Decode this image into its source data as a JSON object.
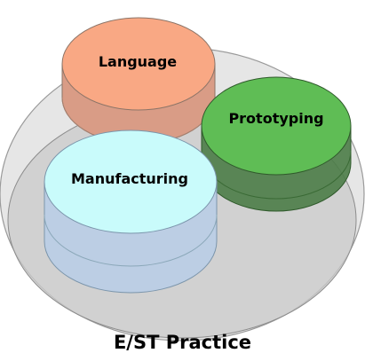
{
  "diagram": {
    "title": "E/ST Practice",
    "discs": [
      {
        "label": "Language",
        "color": "#f9a884",
        "side_color": "#d79a85",
        "stroke": "#8c7467"
      },
      {
        "label": "Prototyping",
        "color": "#5fbd55",
        "side_color": "#4b7c47",
        "stroke": "#2f5a2b"
      },
      {
        "label": "Manufacturing",
        "color": "#c9fbfb",
        "side_color": "#b9cde6",
        "stroke": "#7b95ab"
      }
    ],
    "base": {
      "color": "#d6d6d6",
      "stroke": "#9a9a9a"
    }
  }
}
